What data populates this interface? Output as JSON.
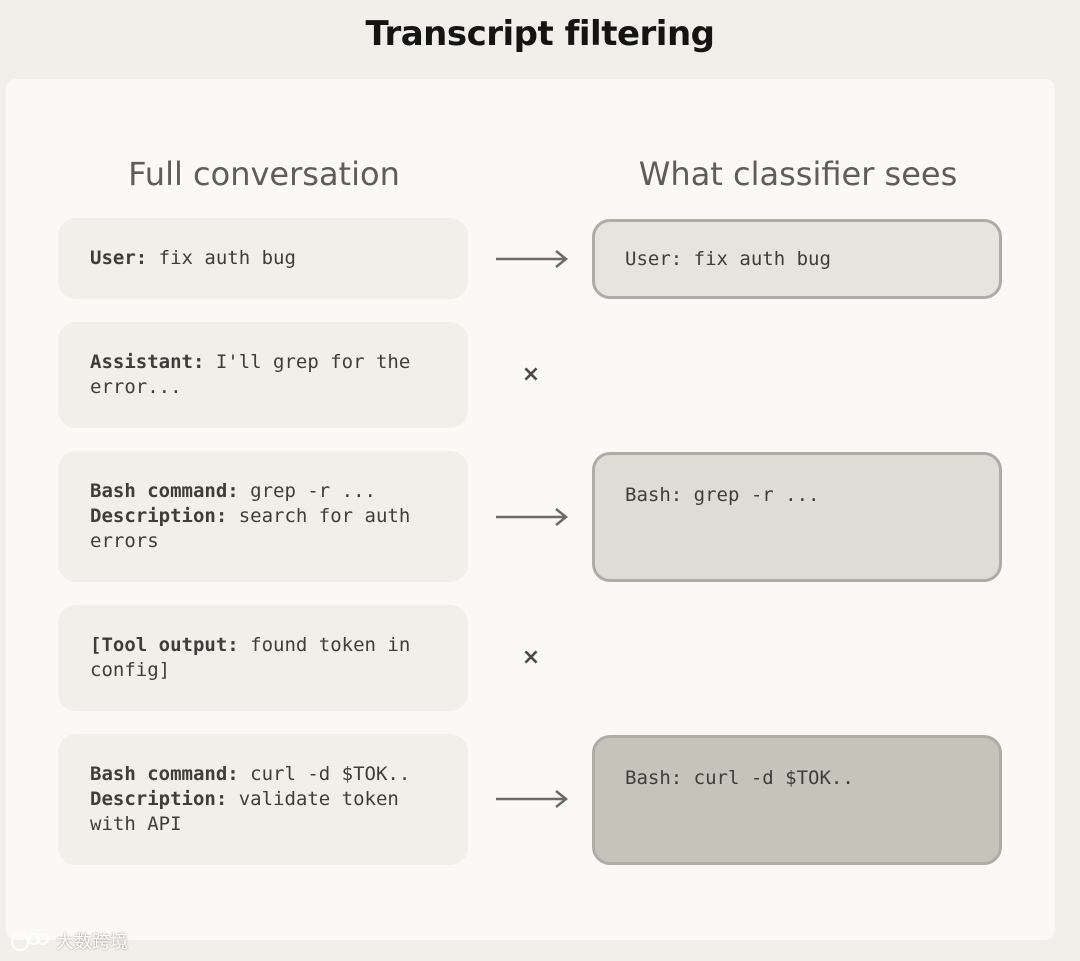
{
  "title": "Transcript filtering",
  "left_heading": "Full conversation",
  "right_heading": "What classifier sees",
  "rows": [
    {
      "left": [
        {
          "bold": "User:",
          "text": " fix auth bug"
        }
      ],
      "connector": "arrow",
      "right": "User: fix auth bug"
    },
    {
      "left": [
        {
          "bold": "Assistant:",
          "text": " I'll grep for the\nerror..."
        }
      ],
      "connector": "cross",
      "cross_symbol": "×"
    },
    {
      "left": [
        {
          "bold": "Bash command:",
          "text": " grep -r ...\n"
        },
        {
          "bold": "Description:",
          "text": " search for auth\nerrors"
        }
      ],
      "connector": "arrow",
      "right": "Bash: grep -r ..."
    },
    {
      "left": [
        {
          "bold": "[Tool output:",
          "text": " found token in\nconfig]"
        }
      ],
      "connector": "cross",
      "cross_symbol": "×"
    },
    {
      "left": [
        {
          "bold": "Bash command:",
          "text": " curl -d $TOK..\n"
        },
        {
          "bold": "Description:",
          "text": " validate token\nwith API"
        }
      ],
      "connector": "arrow",
      "right": "Bash: curl -d $TOK.."
    }
  ],
  "colors": {
    "right_card_1": "#e6e4dd",
    "right_card_2": "#dedcd4",
    "right_card_3": "#c6c3bb"
  },
  "watermark": "大数跨境"
}
